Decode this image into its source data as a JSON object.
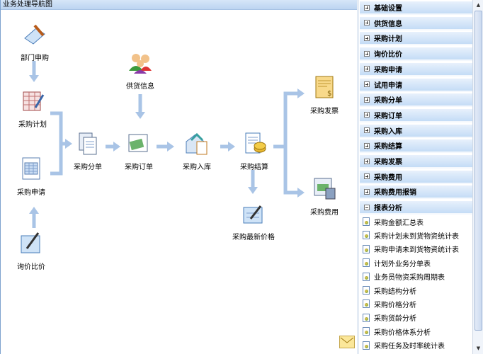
{
  "panel_title": "业务处理导航图",
  "nodes": {
    "bumen": "部门申购",
    "jihua": "采购计划",
    "shenqing": "采购申请",
    "xunjia": "询价比价",
    "gonghuo": "供货信息",
    "fendan": "采购分单",
    "dingdan": "采购订单",
    "ruku": "采购入库",
    "jiesuan": "采购结算",
    "fapiao": "采购发票",
    "feiyong": "采购费用",
    "zuixin": "采购最新价格"
  },
  "sidebar": {
    "groups": [
      "基础设置",
      "供货信息",
      "采购计划",
      "询价比价",
      "采购申请",
      "试用申请",
      "采购分单",
      "采购订单",
      "采购入库",
      "采购结算",
      "采购发票",
      "采购费用",
      "采购费用报销"
    ],
    "expanded_group": "报表分析",
    "reports": [
      "采购金额汇总表",
      "采购计划未到货物资统计表",
      "采购申请未到货物资统计表",
      "计划外业务分单表",
      "业务员物资采购周期表",
      "采购结构分析",
      "采购价格分析",
      "采购货龄分析",
      "采购价格体系分析",
      "采购任务及时率统计表"
    ]
  },
  "colors": {
    "arrow": "#a9c4e6",
    "header": "#c8dcf4"
  }
}
